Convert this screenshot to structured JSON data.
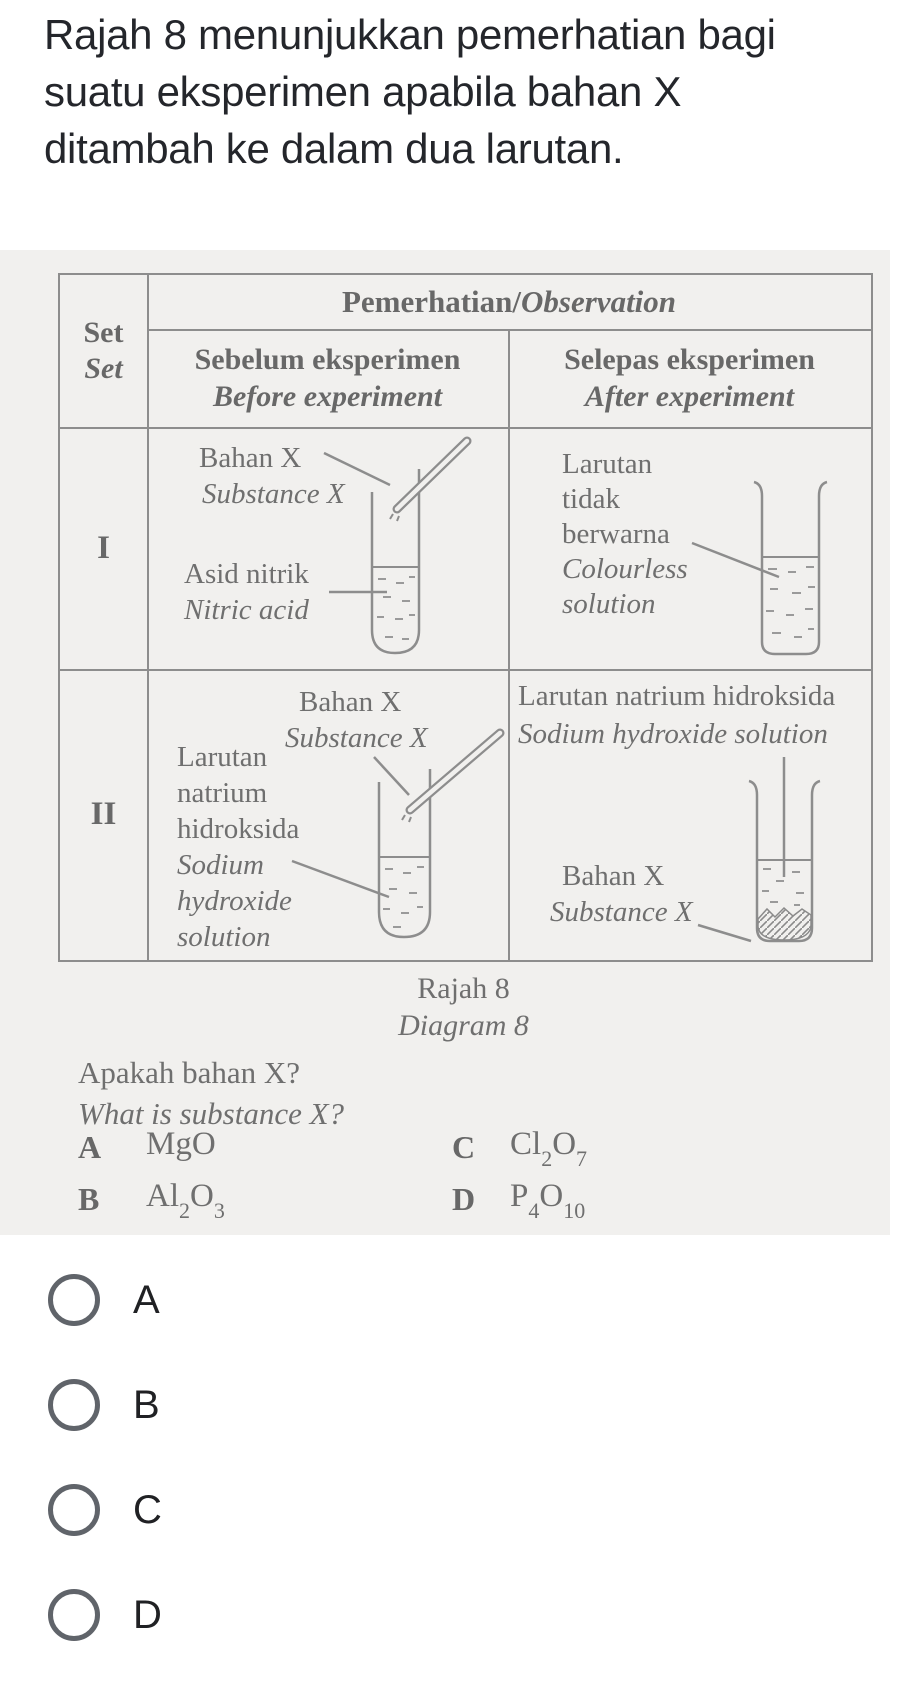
{
  "colors": {
    "scan_background": "#f1f0ee",
    "scan_text": "#6f6f6f",
    "scan_line": "#8d8d8d",
    "radio_border": "#60646a",
    "text_dark": "#202124"
  },
  "question": {
    "title": "Rajah 8 menunjukkan pemerhatian bagi\nsuatu eksperimen apabila bahan X\nditambah ke dalam dua larutan."
  },
  "figure": {
    "header": {
      "set_ms": "Set",
      "set_en": "Set",
      "obs_ms": "Pemerhatian/",
      "obs_en": "Observation",
      "before_ms": "Sebelum eksperimen",
      "before_en": "Before experiment",
      "after_ms": "Selepas eksperimen",
      "after_en": "After experiment"
    },
    "set1": {
      "num": "I",
      "before": {
        "substance_ms": "Bahan X",
        "substance_en": "Substance X",
        "solution_ms": "Asid nitrik",
        "solution_en": "Nitric acid"
      },
      "after": {
        "solution_ms": "Larutan\ntidak\nberwarna",
        "solution_en": "Colourless\nsolution"
      }
    },
    "set2": {
      "num": "II",
      "before": {
        "substance_ms": "Bahan X",
        "substance_en": "Substance X",
        "solution_ms": "Larutan\nnatrium\nhidroksida",
        "solution_en": "Sodium\nhydroxide\nsolution"
      },
      "after": {
        "solution_ms": "Larutan natrium hidroksida",
        "solution_en": "Sodium hydroxide solution",
        "substance_ms": "Bahan X",
        "substance_en": "Substance X"
      }
    },
    "caption_ms": "Rajah 8",
    "caption_en": "Diagram 8",
    "subq_ms": "Apakah bahan X?",
    "subq_en": "What is substance X?",
    "options": [
      {
        "letter": "A",
        "f1": "MgO",
        "s1": "",
        "f2": "",
        "s2": ""
      },
      {
        "letter": "B",
        "f1": "Al",
        "s1": "2",
        "f2": "O",
        "s2": "3"
      },
      {
        "letter": "C",
        "f1": "Cl",
        "s1": "2",
        "f2": "O",
        "s2": "7"
      },
      {
        "letter": "D",
        "f1": "P",
        "s1": "4",
        "f2": "O",
        "s2": "10"
      }
    ]
  },
  "answers": {
    "options": [
      {
        "label": "A"
      },
      {
        "label": "B"
      },
      {
        "label": "C"
      },
      {
        "label": "D"
      }
    ]
  }
}
